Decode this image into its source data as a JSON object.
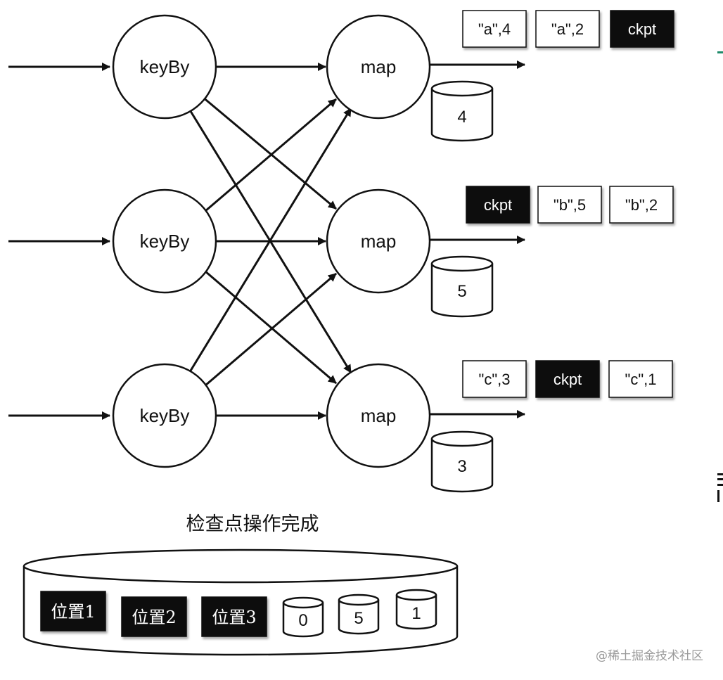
{
  "operators": {
    "keyby": [
      "keyBy",
      "keyBy",
      "keyBy"
    ],
    "map": [
      "map",
      "map",
      "map"
    ]
  },
  "streams": [
    {
      "records": [
        {
          "text": "\"a\",4",
          "style": "data"
        },
        {
          "text": "\"a\",2",
          "style": "data"
        },
        {
          "text": "ckpt",
          "style": "barrier"
        }
      ],
      "state": "4"
    },
    {
      "records": [
        {
          "text": "ckpt",
          "style": "barrier"
        },
        {
          "text": "\"b\",5",
          "style": "data"
        },
        {
          "text": "\"b\",2",
          "style": "data"
        }
      ],
      "state": "5"
    },
    {
      "records": [
        {
          "text": "\"c\",3",
          "style": "data"
        },
        {
          "text": "ckpt",
          "style": "barrier"
        },
        {
          "text": "\"c\",1",
          "style": "data"
        }
      ],
      "state": "3"
    }
  ],
  "caption": "检查点操作完成",
  "storage": {
    "positions": [
      "位置1",
      "位置2",
      "位置3"
    ],
    "states": [
      "0",
      "5",
      "1"
    ]
  },
  "watermark": "@稀土掘金技术社区",
  "colors": {
    "stroke": "#111111",
    "barrier_fill": "#0a0a0a",
    "data_fill": "#ffffff",
    "edge_accent": "#1e8a6a"
  }
}
